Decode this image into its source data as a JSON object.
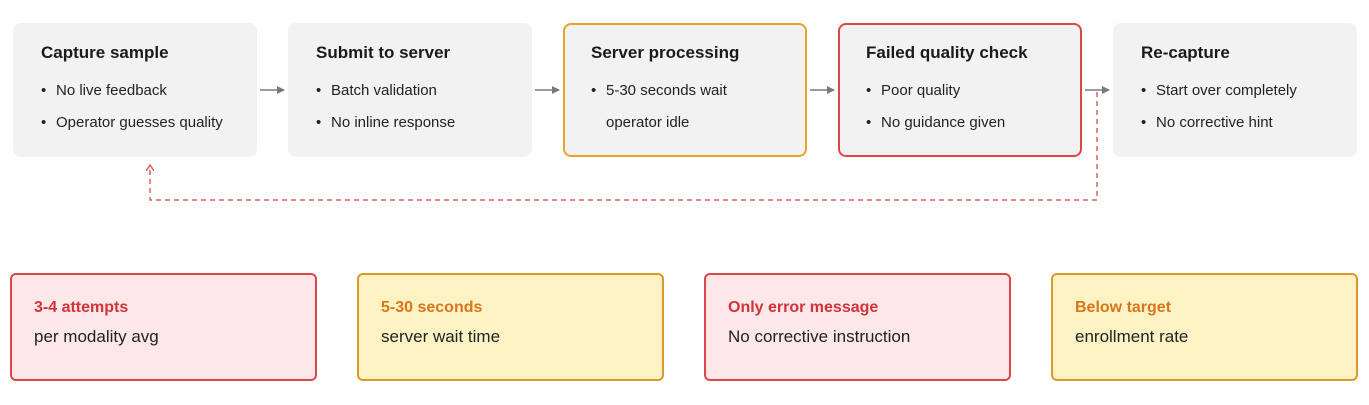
{
  "steps": [
    {
      "title": "Capture sample",
      "items": [
        "No live feedback",
        "Operator guesses quality"
      ]
    },
    {
      "title": "Submit to server",
      "items": [
        "Batch validation",
        "No inline response"
      ]
    },
    {
      "title": "Server processing",
      "items": [
        "5-30 seconds wait",
        "operator idle"
      ]
    },
    {
      "title": "Failed quality check",
      "items": [
        "Poor quality",
        "No guidance given"
      ]
    },
    {
      "title": "Re-capture",
      "items": [
        "Start over completely",
        "No corrective hint"
      ]
    }
  ],
  "metrics": [
    {
      "head": "3-4 attempts",
      "sub": "per modality avg"
    },
    {
      "head": "5-30 seconds",
      "sub": "server wait time"
    },
    {
      "head": "Only error message",
      "sub": "No corrective instruction"
    },
    {
      "head": "Below target",
      "sub": "enrollment rate"
    }
  ],
  "colors": {
    "neutral_fill": "#f2f2f2",
    "warning_border": "#e8a32a",
    "error_border": "#d94848",
    "error_fill": "#fde7e9",
    "warning_fill": "#fdf2c4",
    "arrow": "#7a7a7a",
    "loop_arrow": "#e06060"
  }
}
